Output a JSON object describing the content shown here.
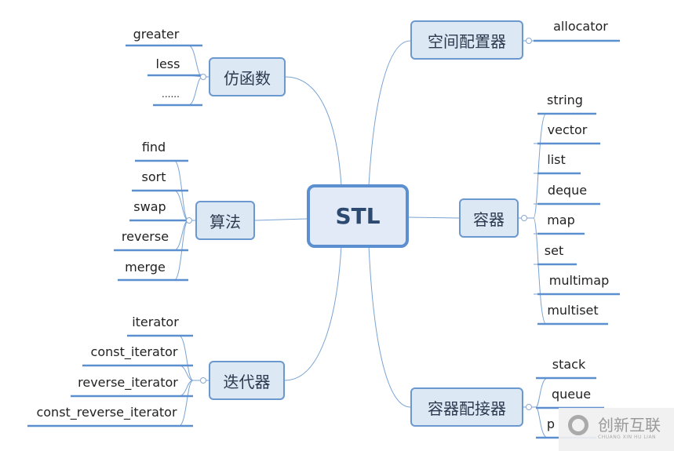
{
  "root": "STL",
  "branches": {
    "functors": {
      "label": "仿函数",
      "items": [
        "greater",
        "less",
        "......"
      ]
    },
    "algorithms": {
      "label": "算法",
      "items": [
        "find",
        "sort",
        "swap",
        "reverse",
        "merge"
      ]
    },
    "iterators": {
      "label": "迭代器",
      "items": [
        "iterator",
        "const_iterator",
        "reverse_iterator",
        "const_reverse_iterator"
      ]
    },
    "allocator": {
      "label": "空间配置器",
      "items": [
        "allocator"
      ]
    },
    "containers": {
      "label": "容器",
      "items": [
        "string",
        "vector",
        "list",
        "deque",
        "map",
        "set",
        "multimap",
        "multiset"
      ]
    },
    "adapters": {
      "label": "容器配接器",
      "items": [
        "stack",
        "queue",
        "p"
      ]
    }
  },
  "watermark": {
    "name": "创新互联",
    "pinyin": "CHUANG XIN HU LIAN"
  },
  "colors": {
    "line": "#5b8fcf",
    "node_fill": "#dde8f5"
  }
}
